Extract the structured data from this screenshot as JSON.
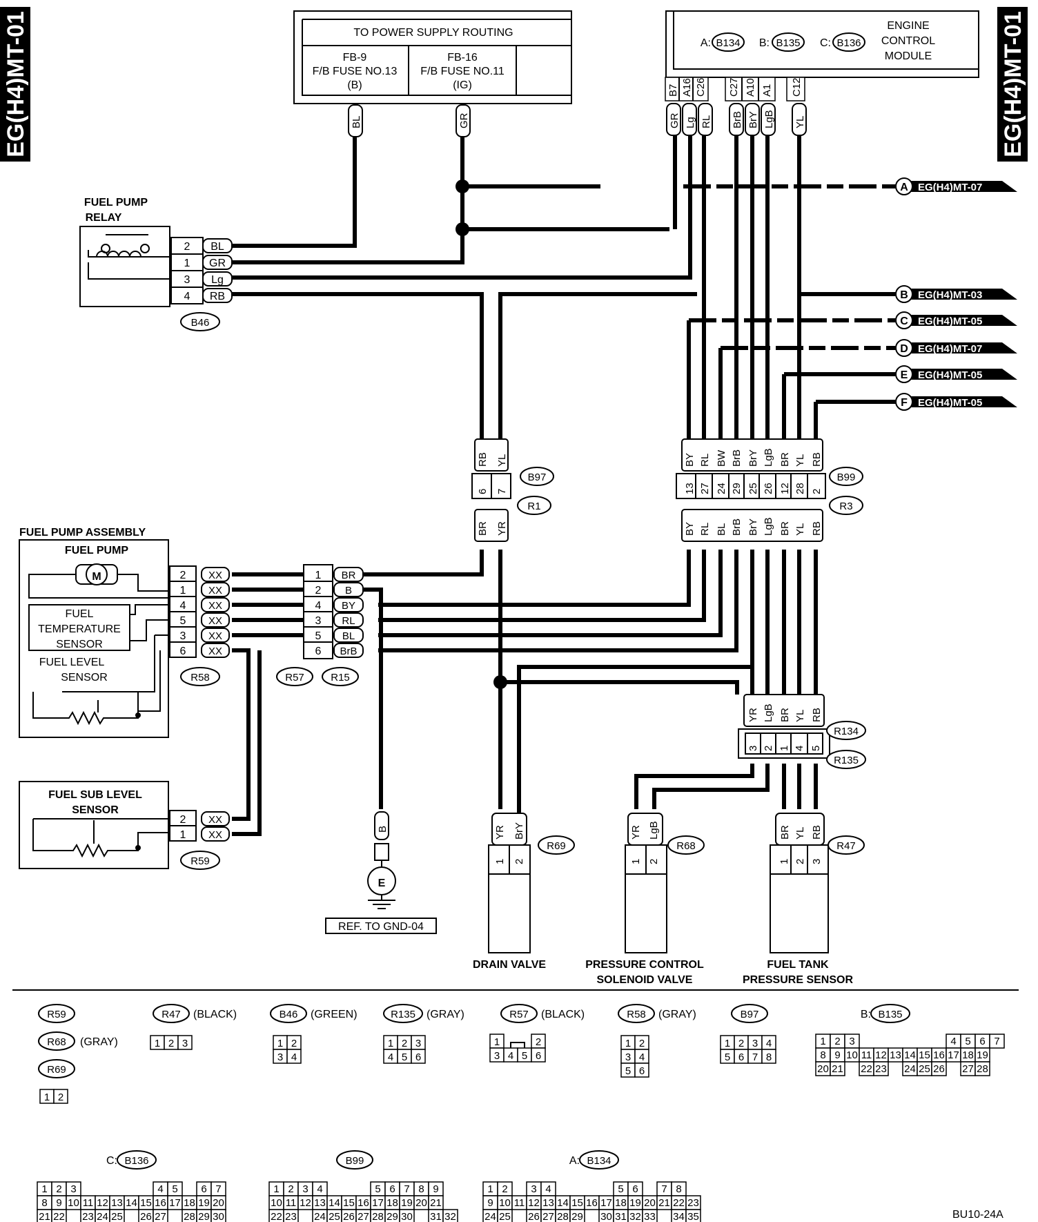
{
  "side_label": "EG(H4)MT-01",
  "power_supply": {
    "title": "TO POWER SUPPLY ROUTING",
    "cols": [
      {
        "lines": [
          "FB-9",
          "F/B FUSE NO.13",
          "(B)"
        ],
        "wire": "BL"
      },
      {
        "lines": [
          "FB-16",
          "F/B FUSE NO.11",
          "(IG)"
        ],
        "wire": "GR"
      }
    ]
  },
  "ecm": {
    "title_lines": [
      "ENGINE",
      "CONTROL",
      "MODULE"
    ],
    "prefix_a": "A:",
    "a": "B134",
    "prefix_b": "B:",
    "b": "B135",
    "prefix_c": "C:",
    "c": "B136",
    "pins": [
      "B7",
      "A16",
      "C26",
      "C27",
      "A10",
      "A1",
      "C12"
    ],
    "wires": [
      "GR",
      "Lg",
      "RL",
      "BrB",
      "BrY",
      "LgB",
      "YL"
    ]
  },
  "refs": [
    {
      "letter": "A",
      "text": "EG(H4)MT-07"
    },
    {
      "letter": "B",
      "text": "EG(H4)MT-03"
    },
    {
      "letter": "C",
      "text": "EG(H4)MT-05"
    },
    {
      "letter": "D",
      "text": "EG(H4)MT-07"
    },
    {
      "letter": "E",
      "text": "EG(H4)MT-05"
    },
    {
      "letter": "F",
      "text": "EG(H4)MT-05"
    }
  ],
  "relay": {
    "title_lines": [
      "FUEL PUMP",
      "RELAY"
    ],
    "connector": "B46",
    "pins": [
      {
        "pin": "2",
        "wire": "BL"
      },
      {
        "pin": "1",
        "wire": "GR"
      },
      {
        "pin": "3",
        "wire": "Lg"
      },
      {
        "pin": "4",
        "wire": "RB"
      }
    ]
  },
  "b97": {
    "top_wires": [
      "RB",
      "YL"
    ],
    "pins": [
      "6",
      "7"
    ],
    "bottom_wires": [
      "BR",
      "YR"
    ],
    "label1": "B97",
    "label2": "R1"
  },
  "b99": {
    "top_wires": [
      "BY",
      "RL",
      "BW",
      "BrB",
      "BrY",
      "LgB",
      "BR",
      "YL",
      "RB"
    ],
    "pins": [
      "13",
      "27",
      "24",
      "29",
      "25",
      "26",
      "12",
      "28",
      "2"
    ],
    "bottom_wires": [
      "BY",
      "RL",
      "BL",
      "BrB",
      "BrY",
      "LgB",
      "BR",
      "YL",
      "RB"
    ],
    "label1": "B99",
    "label2": "R3"
  },
  "pump_assembly": {
    "title": "FUEL PUMP ASSEMBLY",
    "pump": "FUEL PUMP",
    "motor": "M",
    "temp_lines": [
      "FUEL",
      "TEMPERATURE",
      "SENSOR"
    ],
    "level_lines": [
      "FUEL LEVEL",
      "SENSOR"
    ],
    "connector": "R58",
    "pins": [
      "2",
      "1",
      "4",
      "5",
      "3",
      "6"
    ],
    "wire": "XX"
  },
  "r57": {
    "pins": [
      "1",
      "2",
      "4",
      "3",
      "5",
      "6"
    ],
    "wires": [
      "BR",
      "B",
      "BY",
      "RL",
      "BL",
      "BrB"
    ],
    "label1": "R57",
    "label2": "R15"
  },
  "sub_level": {
    "title_lines": [
      "FUEL SUB LEVEL",
      "SENSOR"
    ],
    "connector": "R59",
    "pins": [
      "2",
      "1"
    ],
    "wire": "XX"
  },
  "ground": {
    "wire": "B",
    "symbol": "E",
    "ref": "REF. TO GND-04"
  },
  "r134": {
    "wires": [
      "YR",
      "LgB",
      "BR",
      "YL",
      "RB"
    ],
    "pins": [
      "3",
      "2",
      "1",
      "4",
      "5"
    ],
    "label1": "R134",
    "label2": "R135"
  },
  "drain": {
    "wires": [
      "YR",
      "BrY"
    ],
    "pins": [
      "1",
      "2"
    ],
    "connector": "R69",
    "name": "DRAIN VALVE"
  },
  "pcsv": {
    "wires": [
      "YR",
      "LgB"
    ],
    "pins": [
      "1",
      "2"
    ],
    "connector": "R68",
    "name_lines": [
      "PRESSURE CONTROL",
      "SOLENOID VALVE"
    ]
  },
  "ftps": {
    "wires": [
      "BR",
      "YL",
      "RB"
    ],
    "pins": [
      "1",
      "2",
      "3"
    ],
    "connector": "R47",
    "name_lines": [
      "FUEL TANK",
      "PRESSURE SENSOR"
    ]
  },
  "legend": {
    "r59": "R59",
    "r68": "R68",
    "r69": "R69",
    "gray": "(GRAY)",
    "cell12": [
      "1",
      "2"
    ],
    "r47": "R47",
    "r47c": "(BLACK)",
    "cell123": [
      "1",
      "2",
      "3"
    ],
    "b46": "B46",
    "b46c": "(GREEN)",
    "b46cells": [
      "1",
      "2",
      "3",
      "4"
    ],
    "r135": "R135",
    "r135c": "(GRAY)",
    "r135cells": [
      "1",
      "2",
      "3",
      "4",
      "5",
      "6"
    ],
    "r57": "R57",
    "r57c": "(BLACK)",
    "r57cells": [
      "1",
      "2",
      "3",
      "4",
      "5",
      "6"
    ],
    "r58": "R58",
    "r58c": "(GRAY)",
    "r58cells": [
      "1",
      "2",
      "3",
      "4",
      "5",
      "6"
    ],
    "b97": "B97",
    "b97cells": [
      "1",
      "2",
      "3",
      "4",
      "5",
      "6",
      "7",
      "8"
    ],
    "b135_prefix": "B:",
    "b135": "B135",
    "b136_prefix": "C:",
    "b136": "B136",
    "b99": "B99",
    "b134_prefix": "A:",
    "b134": "B134",
    "code": "BU10-24A"
  }
}
